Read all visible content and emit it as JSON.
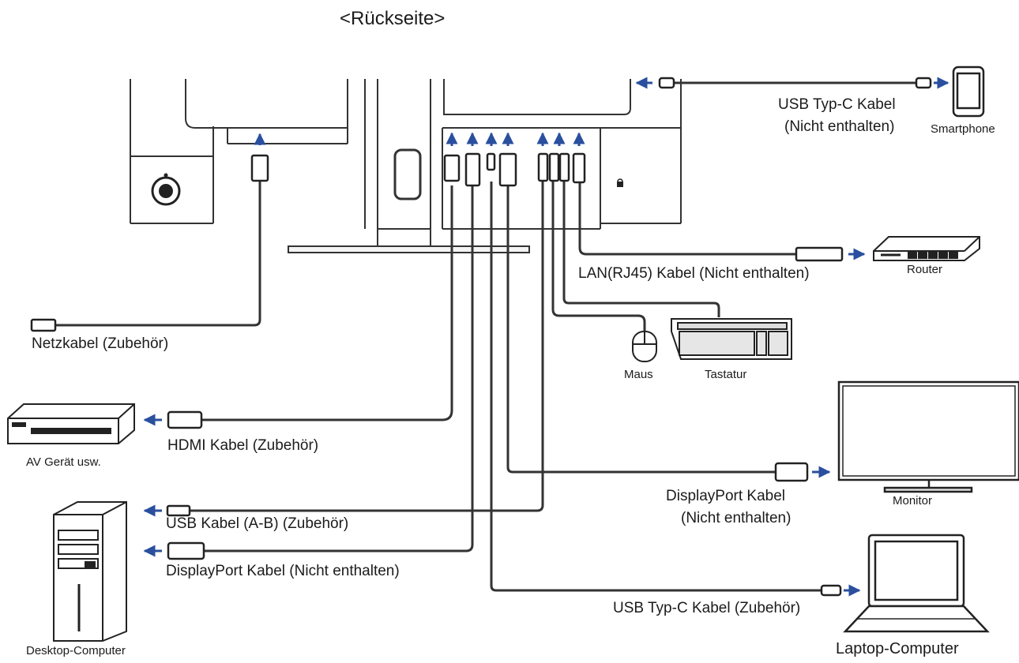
{
  "title": "<Rückseite>",
  "colors": {
    "line": "#333333",
    "arrow": "#2a4f9e",
    "cable_fill": "#ffffff"
  },
  "labels": {
    "usb_c_phone_cable": "USB Typ-C Kabel",
    "usb_c_phone_cable_note": "(Nicht enthalten)",
    "smartphone": "Smartphone",
    "lan_cable": "LAN(RJ45) Kabel  (Nicht enthalten)",
    "router": "Router",
    "power_cable": "Netzkabel (Zubehör)",
    "mouse": "Maus",
    "keyboard": "Tastatur",
    "av_device": "AV Gerät usw.",
    "hdmi_cable": "HDMI Kabel (Zubehör)",
    "monitor": "Monitor",
    "dp_cable_monitor": "DisplayPort Kabel",
    "dp_cable_monitor_note": "(Nicht enthalten)",
    "usb_ab_cable": "USB Kabel (A-B) (Zubehör)",
    "dp_cable_pc": "DisplayPort Kabel (Nicht enthalten)",
    "desktop": "Desktop-Computer",
    "usb_c_laptop_cable": "USB Typ-C Kabel (Zubehör)",
    "laptop": "Laptop-Computer"
  }
}
